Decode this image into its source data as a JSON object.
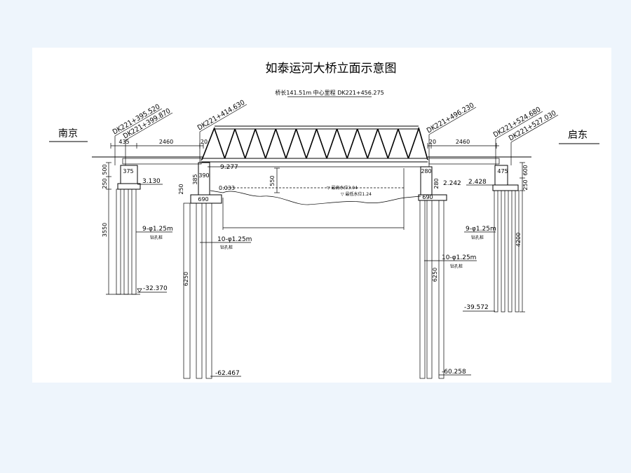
{
  "title": "如泰运河大桥立面示意图",
  "summary": "桥长141.51m 中心里程 DK221+456.275",
  "directions": {
    "left": "南京",
    "right": "启东"
  },
  "stations": {
    "left_a": "DK221+395.520",
    "left_b": "DK221+399.870",
    "pier_left": "DK221+414.630",
    "pier_right": "DK221+496.230",
    "right_a": "DK221+524.680",
    "right_b": "DK221+527.030"
  },
  "dimensions": {
    "left_span_a": "435",
    "left_span_b": "2460",
    "left_gap": "20",
    "right_gap": "20",
    "right_span": "2460",
    "left_abutment_width": "375",
    "right_abutment_width": "475",
    "left_abutment_height": "500",
    "left_cap_height": "250",
    "left_pile_length": "3550",
    "right_abutment_height": "600",
    "right_cap_height": "250",
    "right_pile_length": "4200",
    "left_pier_height": "385",
    "left_pier_width": "390",
    "left_pier_cap_height": "250",
    "left_pier_cap_width": "690",
    "left_pier_pile_length": "6250",
    "right_pier_width": "280",
    "right_pier_cap_height": "280",
    "right_pier_cap_width": "690",
    "right_pier_pile_length": "6250",
    "clearance": "550"
  },
  "elevations": {
    "left_abutment_cap": "3.130",
    "left_pier_top": "9.277",
    "left_pier_cap": "0.033",
    "right_pier_cap": "2.242",
    "right_abutment_cap": "2.428",
    "left_abutment_pile_tip": "-32.370",
    "left_pier_pile_tip": "-62.467",
    "right_pier_pile_tip": "-60.258",
    "right_abutment_pile_tip": "-39.572"
  },
  "piles": {
    "left_abutment": {
      "spec": "9-φ1.25m",
      "type": "钻孔桩"
    },
    "left_pier": {
      "spec": "10-φ1.25m",
      "type": "钻孔桩"
    },
    "right_abutment": {
      "spec": "9-φ1.25m",
      "type": "钻孔桩"
    },
    "right_pier": {
      "spec": "10-φ1.25m",
      "type": "钻孔桩"
    }
  },
  "water_levels": {
    "high": "▽ 最高水位3.04",
    "low": "▽ 最低水位1.24"
  },
  "colors": {
    "background": "#eef5fc",
    "sheet": "#ffffff",
    "ink": "#000000"
  }
}
